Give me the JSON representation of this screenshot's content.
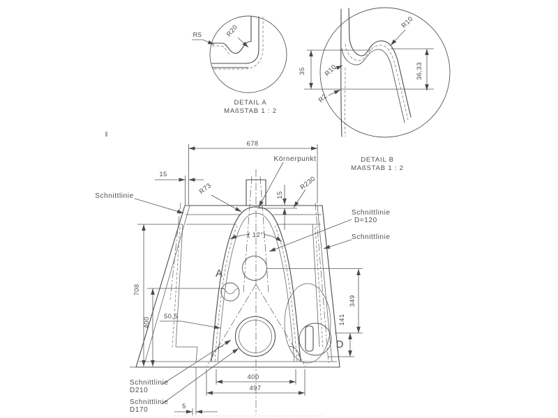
{
  "drawing": {
    "language": "de",
    "details": {
      "a": {
        "title": "DETAIL A",
        "scale": "MAßSTAB 1 : 2",
        "radius_labels": {
          "r5": "R5",
          "r20": "R20"
        }
      },
      "b": {
        "title": "DETAIL B",
        "scale": "MAßSTAB 1 : 2",
        "radius_labels": {
          "r10_top": "R10",
          "r10_left": "R10",
          "r2": "R2"
        },
        "dimensions": {
          "height_35": "35",
          "height_36_33": "36,33"
        }
      }
    },
    "main_view": {
      "dimensions": {
        "top_width": "678",
        "top_offset_left": "15",
        "dome_offset": "15",
        "total_height": "708",
        "height_400": "400",
        "offset_50_5": "50,5",
        "angle_12": "( 12°)",
        "right_349": "349",
        "right_141": "141",
        "bottom_400": "400",
        "bottom_497": "497",
        "bottom_5": "5"
      },
      "radius_labels": {
        "r73": "R73",
        "r230": "R230"
      },
      "annotations": {
        "koernerpunkt": "Körnerpunkt",
        "schnittlinie_left": "Schnittlinie",
        "schnittlinie_d120_line1": "Schnittlinie",
        "schnittlinie_d120_line2": "D=120",
        "schnittlinie_right": "Schnittlinie",
        "schnittlinie_d210_line1": "Schnittlinie",
        "schnittlinie_d210_line2": "D210",
        "schnittlinie_d170_line1": "Schnittlinie",
        "schnittlinie_d170_line2": "D170",
        "section_a": "A",
        "section_d": "D"
      }
    },
    "colors": {
      "line": "#4a4a4a",
      "text": "#4d4d4d",
      "background": "#ffffff"
    }
  }
}
